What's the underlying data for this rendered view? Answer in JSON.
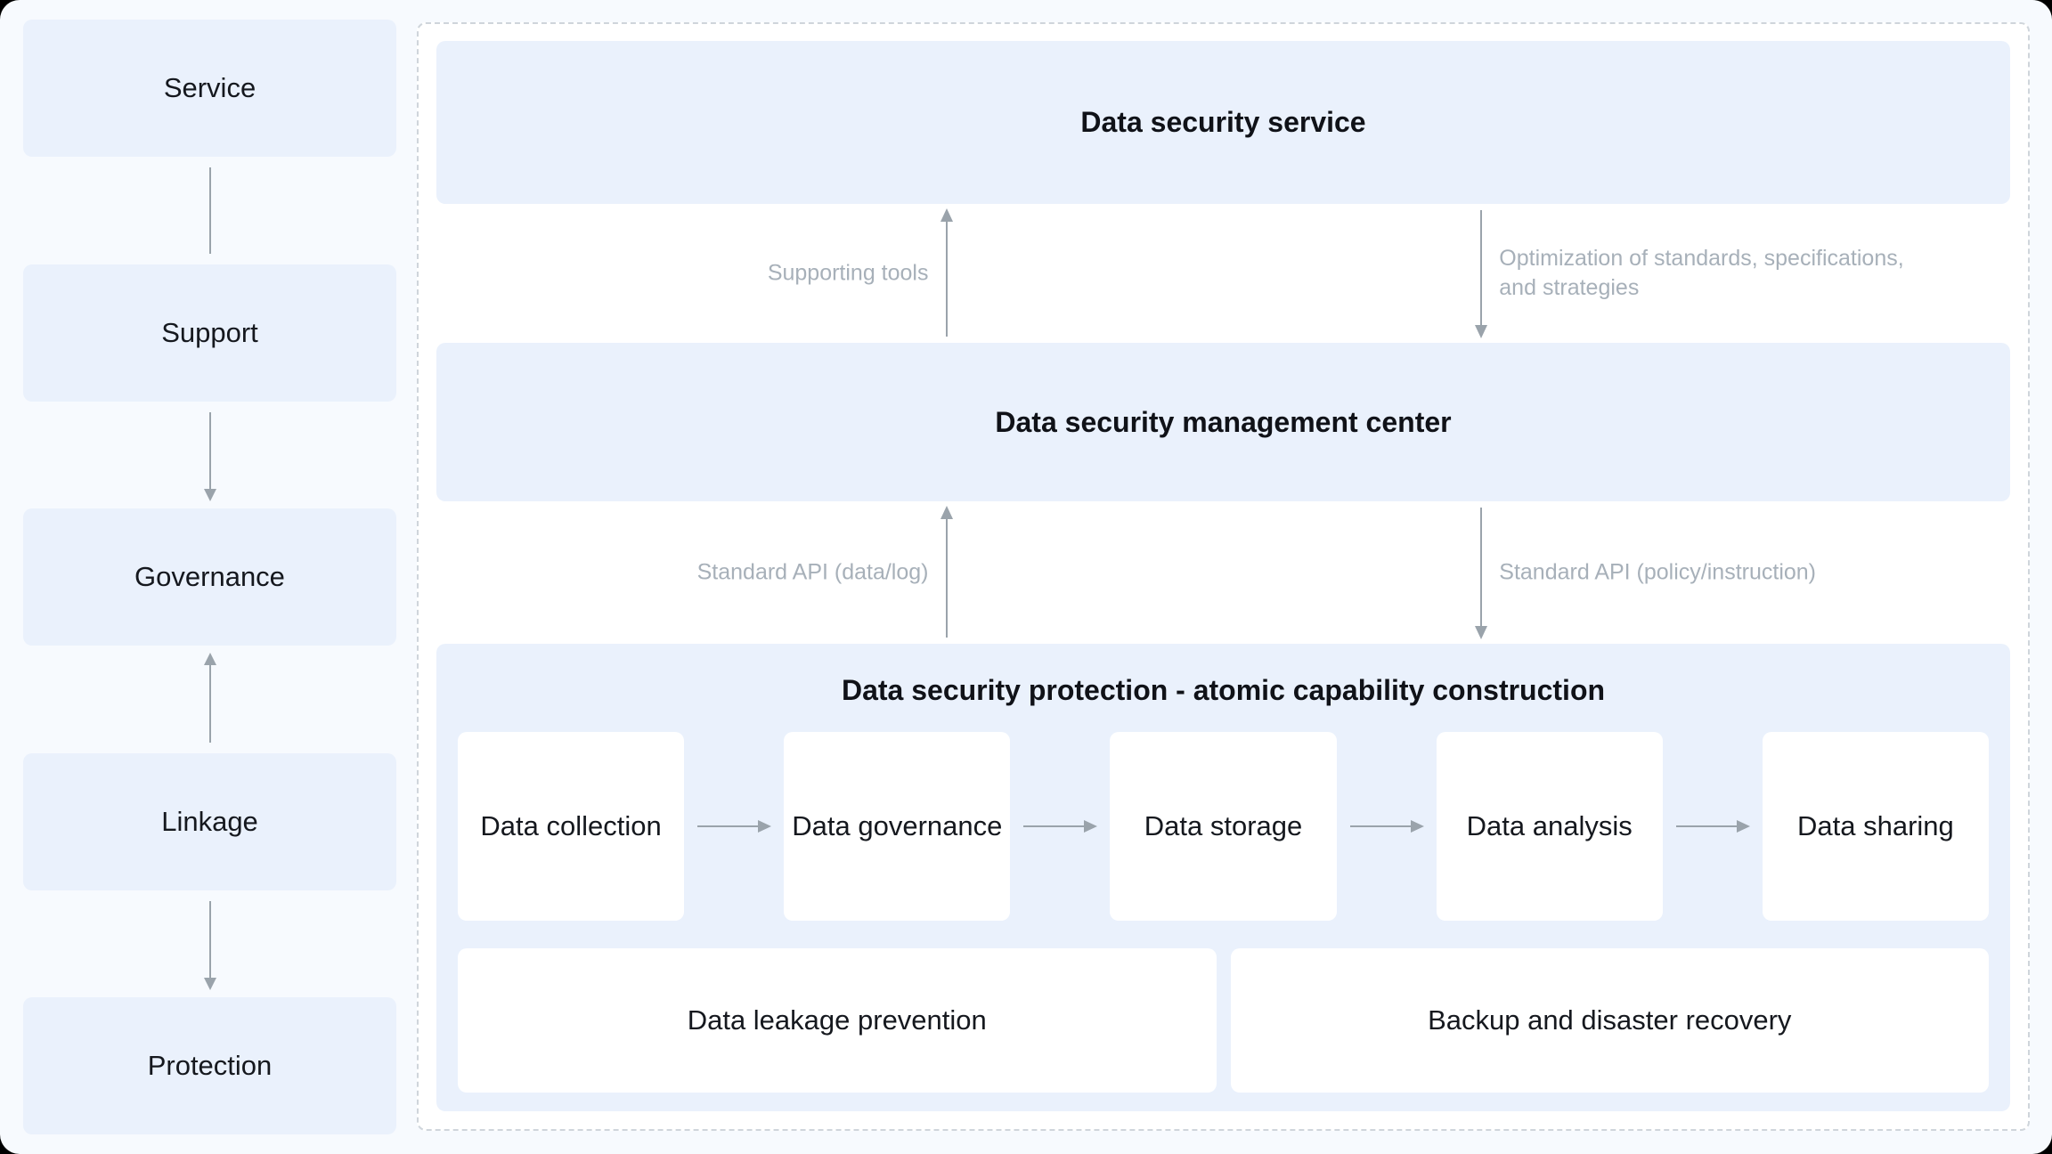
{
  "colors": {
    "bg": "#f7fafe",
    "panel_bg": "#ffffff",
    "box_blue": "#eaf1fc",
    "dash": "#cfd5db",
    "arrow": "#9aa3ab",
    "label_gray": "#a7b0b9",
    "text_dark": "#15181e",
    "heading": "#101218"
  },
  "sidebar": {
    "items": [
      {
        "label": "Service"
      },
      {
        "label": "Support"
      },
      {
        "label": "Governance"
      },
      {
        "label": "Linkage"
      },
      {
        "label": "Protection"
      }
    ]
  },
  "panel": {
    "service": {
      "title": "Data security service"
    },
    "flows_top": {
      "up_label": "Supporting tools",
      "down_label": "Optimization of standards, specifications,\nand strategies"
    },
    "management": {
      "title": "Data security management center"
    },
    "flows_mid": {
      "up_label": "Standard API (data/log)",
      "down_label": "Standard API (policy/instruction)"
    },
    "protection": {
      "title": "Data security protection - atomic capability construction",
      "capabilities": [
        {
          "label": "Data collection"
        },
        {
          "label": "Data governance"
        },
        {
          "label": "Data storage"
        },
        {
          "label": "Data analysis"
        },
        {
          "label": "Data sharing"
        }
      ],
      "wide_capabilities": [
        {
          "label": "Data leakage prevention"
        },
        {
          "label": "Backup and disaster recovery"
        }
      ]
    }
  }
}
